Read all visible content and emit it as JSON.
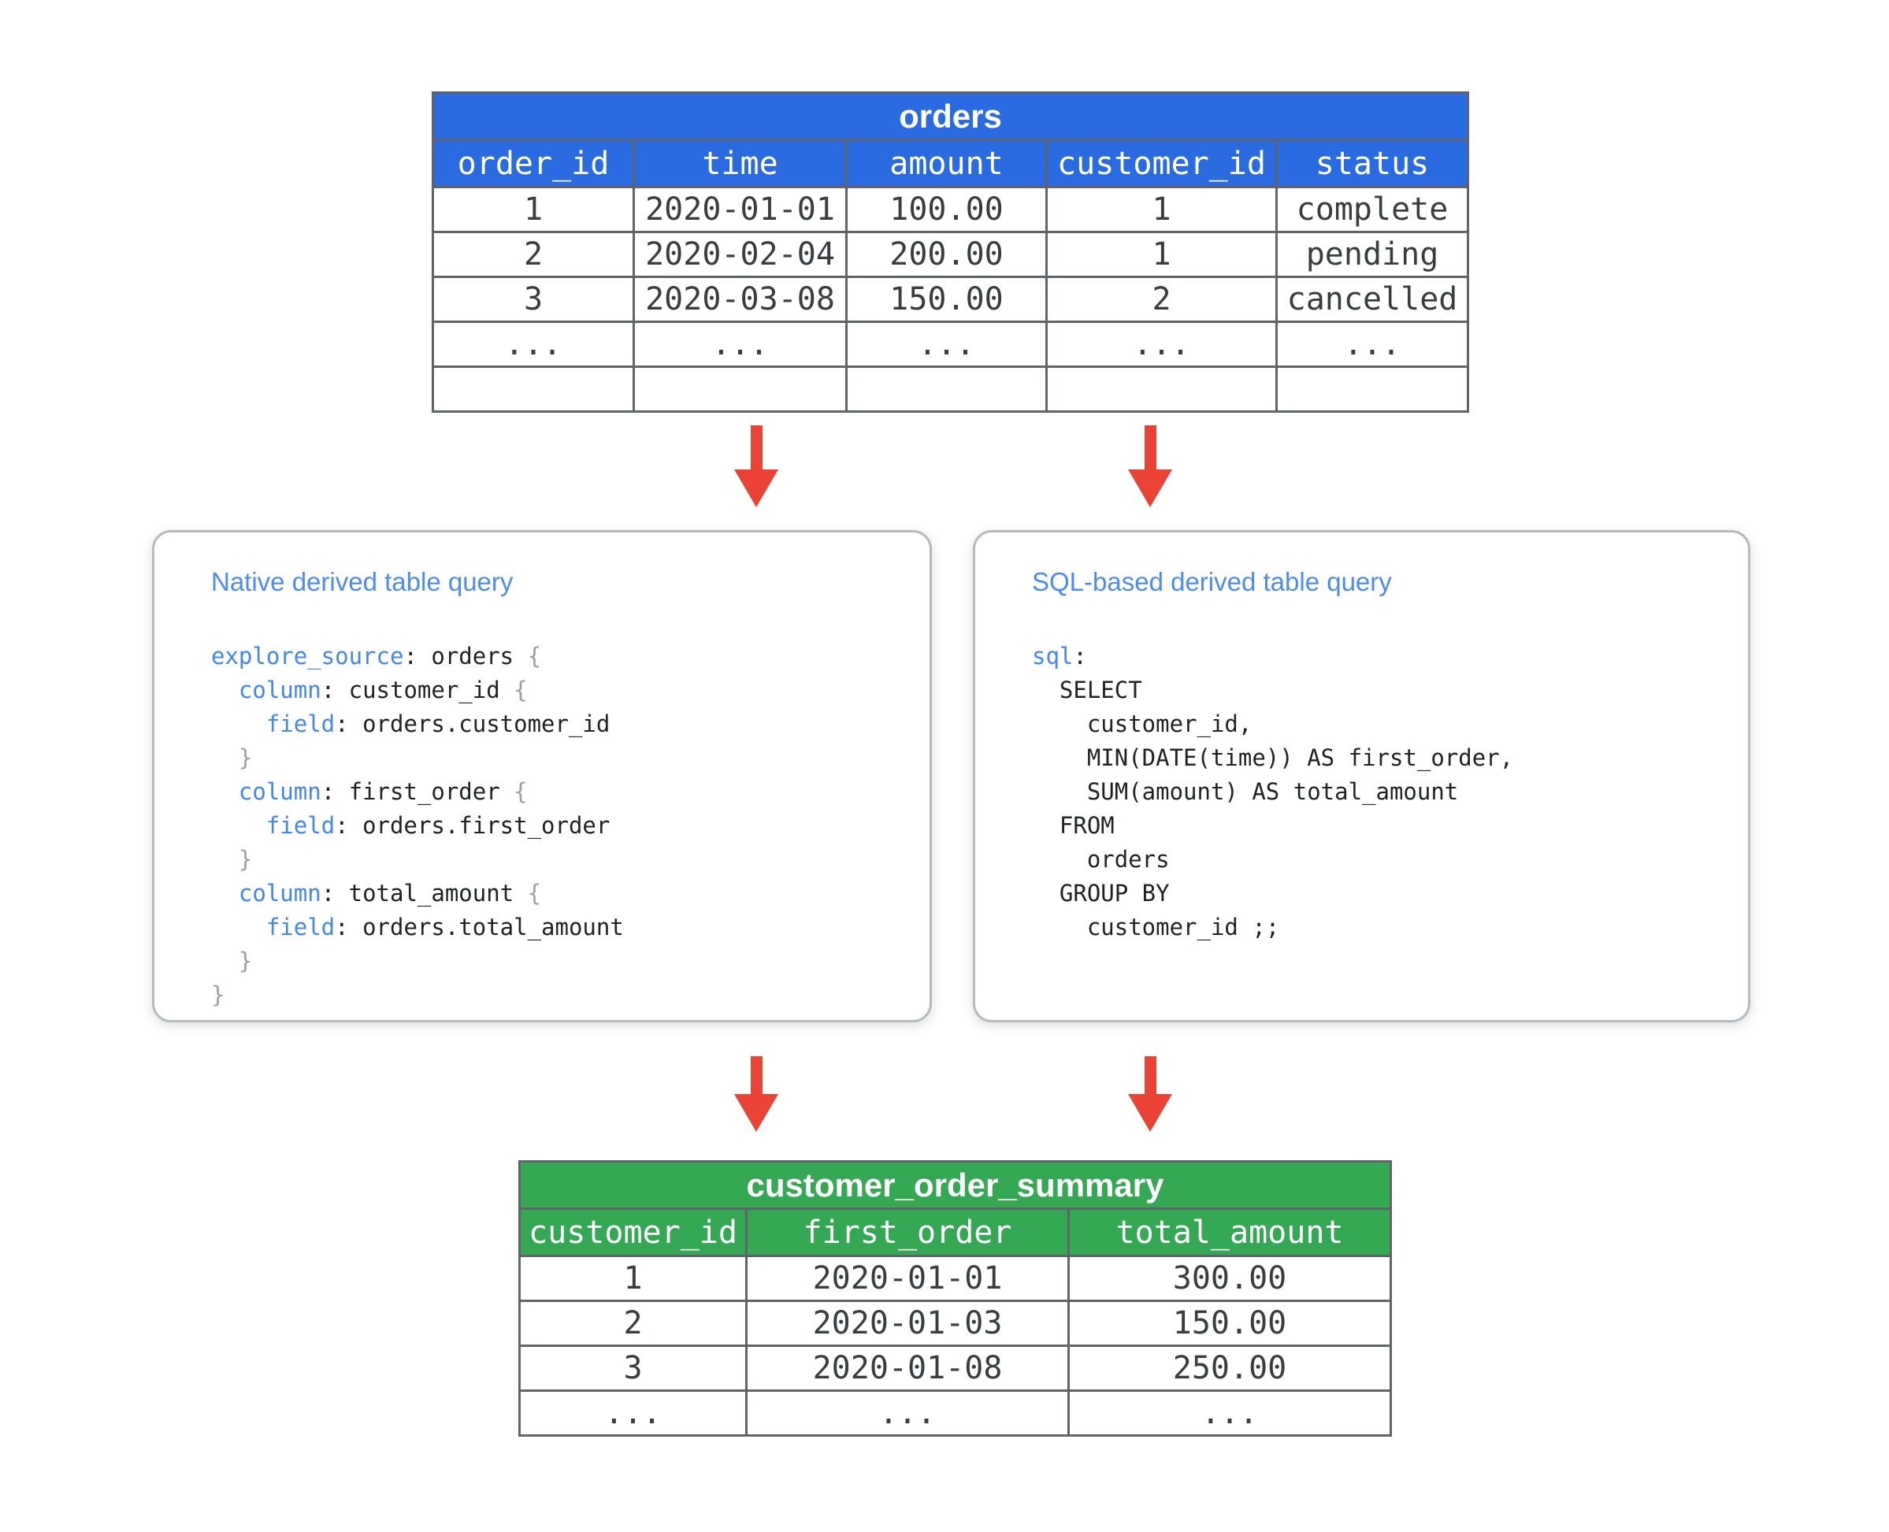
{
  "colors": {
    "blue_header": "#2A6BE2",
    "green_header": "#34A853",
    "arrow_red": "#EA4335",
    "title_blue": "#4C8BF5",
    "keyword_blue": "#4285F4",
    "code_text": "#1F2124",
    "brace_gray": "#9AA0A6",
    "table_text": "#3A3D40",
    "border_gray": "#606468",
    "box_border": "#B7BBBF",
    "header_text": "#FFFFFF",
    "background": "#FFFFFF"
  },
  "icons": {
    "flow_arrow": "red-down-arrow"
  },
  "orders_table": {
    "title": "orders",
    "columns": [
      "order_id",
      "time",
      "amount",
      "customer_id",
      "status"
    ],
    "rows": [
      [
        "1",
        "2020-01-01",
        "100.00",
        "1",
        "complete"
      ],
      [
        "2",
        "2020-02-04",
        "200.00",
        "1",
        "pending"
      ],
      [
        "3",
        "2020-03-08",
        "150.00",
        "2",
        "cancelled"
      ],
      [
        "...",
        "...",
        "...",
        "...",
        "..."
      ]
    ]
  },
  "native_box": {
    "title": "Native derived table query",
    "code": [
      [
        [
          "kw",
          "explore_source"
        ],
        [
          "pl",
          ": orders "
        ],
        [
          "br",
          "{"
        ]
      ],
      [
        [
          "pl",
          "  "
        ],
        [
          "kw",
          "column"
        ],
        [
          "pl",
          ": customer_id "
        ],
        [
          "br",
          "{"
        ]
      ],
      [
        [
          "pl",
          "    "
        ],
        [
          "kw",
          "field"
        ],
        [
          "pl",
          ": orders.customer_id"
        ]
      ],
      [
        [
          "pl",
          "  "
        ],
        [
          "br",
          "}"
        ]
      ],
      [
        [
          "pl",
          "  "
        ],
        [
          "kw",
          "column"
        ],
        [
          "pl",
          ": first_order "
        ],
        [
          "br",
          "{"
        ]
      ],
      [
        [
          "pl",
          "    "
        ],
        [
          "kw",
          "field"
        ],
        [
          "pl",
          ": orders.first_order"
        ]
      ],
      [
        [
          "pl",
          "  "
        ],
        [
          "br",
          "}"
        ]
      ],
      [
        [
          "pl",
          "  "
        ],
        [
          "kw",
          "column"
        ],
        [
          "pl",
          ": total_amount "
        ],
        [
          "br",
          "{"
        ]
      ],
      [
        [
          "pl",
          "    "
        ],
        [
          "kw",
          "field"
        ],
        [
          "pl",
          ": orders.total_amount"
        ]
      ],
      [
        [
          "pl",
          "  "
        ],
        [
          "br",
          "}"
        ]
      ],
      [
        [
          "br",
          "}"
        ]
      ]
    ]
  },
  "sql_box": {
    "title": "SQL-based derived table query",
    "code": [
      [
        [
          "kw",
          "sql"
        ],
        [
          "pl",
          ":"
        ]
      ],
      [
        [
          "pl",
          "  SELECT"
        ]
      ],
      [
        [
          "pl",
          "    customer_id,"
        ]
      ],
      [
        [
          "pl",
          "    MIN(DATE(time)) AS first_order,"
        ]
      ],
      [
        [
          "pl",
          "    SUM(amount) AS total_amount"
        ]
      ],
      [
        [
          "pl",
          "  FROM"
        ]
      ],
      [
        [
          "pl",
          "    orders"
        ]
      ],
      [
        [
          "pl",
          "  GROUP BY"
        ]
      ],
      [
        [
          "pl",
          "    customer_id ;;"
        ]
      ]
    ]
  },
  "summary_table": {
    "title": "customer_order_summary",
    "columns": [
      "customer_id",
      "first_order",
      "total_amount"
    ],
    "rows": [
      [
        "1",
        "2020-01-01",
        "300.00"
      ],
      [
        "2",
        "2020-01-03",
        "150.00"
      ],
      [
        "3",
        "2020-01-08",
        "250.00"
      ],
      [
        "...",
        "...",
        "..."
      ]
    ]
  }
}
